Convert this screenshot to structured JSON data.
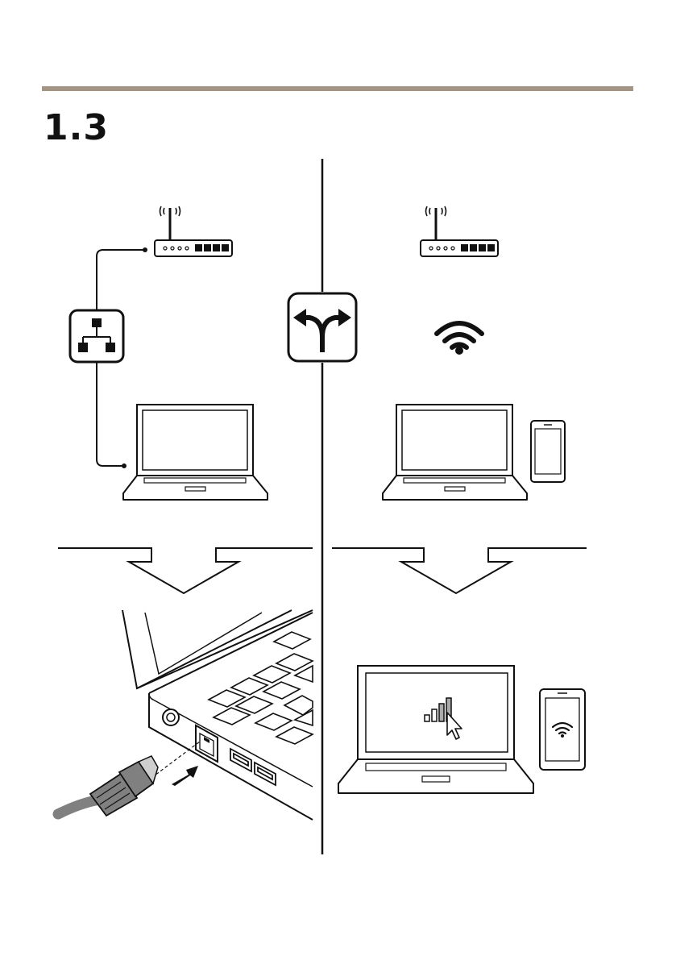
{
  "header": {
    "section_number": "1.3",
    "rule_color": "#a39484"
  },
  "diagram": {
    "ink_color": "#111111",
    "cable_color": "#808080",
    "left_path": {
      "connection": "wired",
      "icons": [
        "router-icon",
        "network-topology-icon",
        "laptop-icon",
        "ethernet-plug-icon",
        "ethernet-port-icon"
      ]
    },
    "right_path": {
      "connection": "wireless",
      "icons": [
        "router-icon",
        "wifi-icon",
        "laptop-icon",
        "smartphone-icon",
        "signal-strength-icon",
        "cursor-icon"
      ]
    },
    "center_icon": "fork-arrows-icon"
  }
}
